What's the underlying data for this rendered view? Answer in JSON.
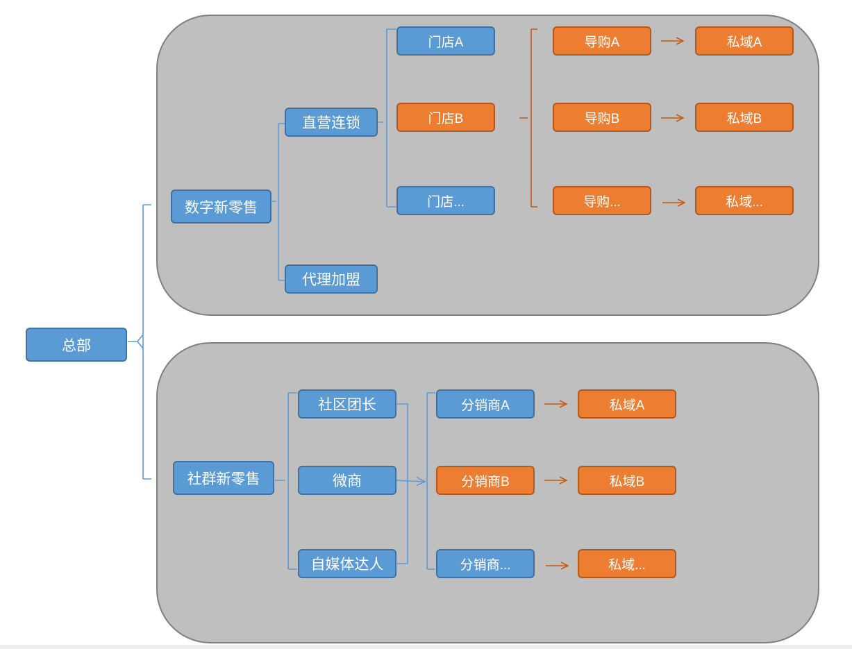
{
  "root": {
    "label": "总部"
  },
  "top_group": {
    "category": "数字新零售",
    "direct": "直营连锁",
    "franchise": "代理加盟",
    "stores": [
      "门店A",
      "门店B",
      "门店..."
    ],
    "guides": [
      "导购A",
      "导购B",
      "导购..."
    ],
    "private_domains": [
      "私域A",
      "私域B",
      "私域..."
    ]
  },
  "bottom_group": {
    "category": "社群新零售",
    "channels": [
      "社区团长",
      "微商",
      "自媒体达人"
    ],
    "distributors": [
      "分销商A",
      "分销商B",
      "分销商..."
    ],
    "private_domains": [
      "私域A",
      "私域B",
      "私域..."
    ]
  },
  "colors": {
    "panel": "#bfbfbf",
    "blue_node": "#5b9bd5",
    "orange_node": "#ed7d31",
    "blue_line": "#5b9bd5",
    "orange_line": "#c55a11"
  }
}
